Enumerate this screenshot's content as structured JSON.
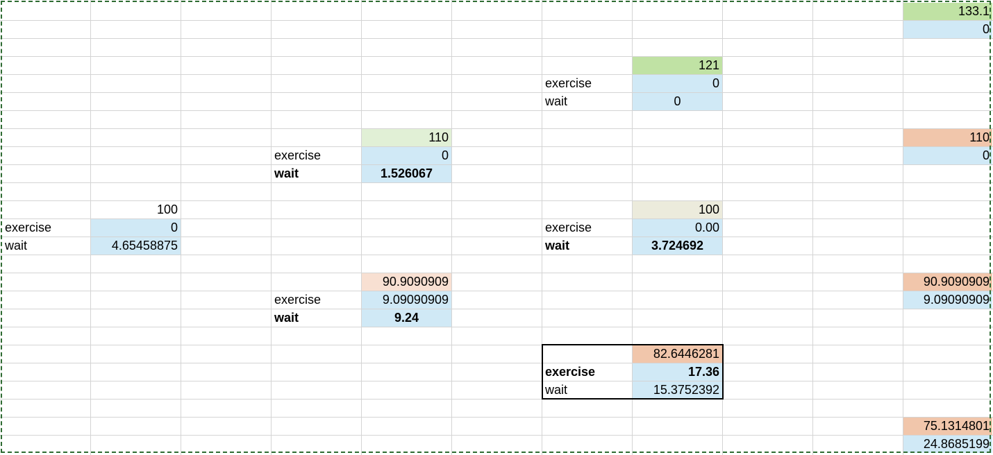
{
  "colors": {
    "green": "#c0e2a4",
    "light_green": "#e1f0d6",
    "blue": "#d0e9f6",
    "salmon": "#f1c6ab",
    "light_salmon": "#f8e0d2",
    "beige": "#ecebdc",
    "gridline": "#d4d4d4",
    "selection_border": "#2e6b32"
  },
  "cells": {
    "a1": "133.1",
    "a2": "0",
    "b1": "121",
    "b2_label": "exercise",
    "b2": "0",
    "b3_label": "wait",
    "b3": "0",
    "c1": "110",
    "c2_label": "exercise",
    "c2": "0",
    "c3_label": "wait",
    "c3": "1.526067",
    "d1": "110",
    "d2": "0",
    "e1": "100",
    "e2_label": "exercise",
    "e2": "0",
    "e3_label": "wait",
    "e3": "4.65458875",
    "f1": "100",
    "f2_label": "exercise",
    "f2": "0.00",
    "f3_label": "wait",
    "f3": "3.724692",
    "g1": "90.9090909",
    "g2_label": "exercise",
    "g2": "9.09090909",
    "g3_label": "wait",
    "g3": "9.24",
    "h1": "90.9090909",
    "h2": "9.09090909",
    "i1": "82.6446281",
    "i2_label": "exercise",
    "i2": "17.36",
    "i3_label": "wait",
    "i3": "15.3752392",
    "j1": "75.1314801",
    "j2": "24.8685199"
  }
}
